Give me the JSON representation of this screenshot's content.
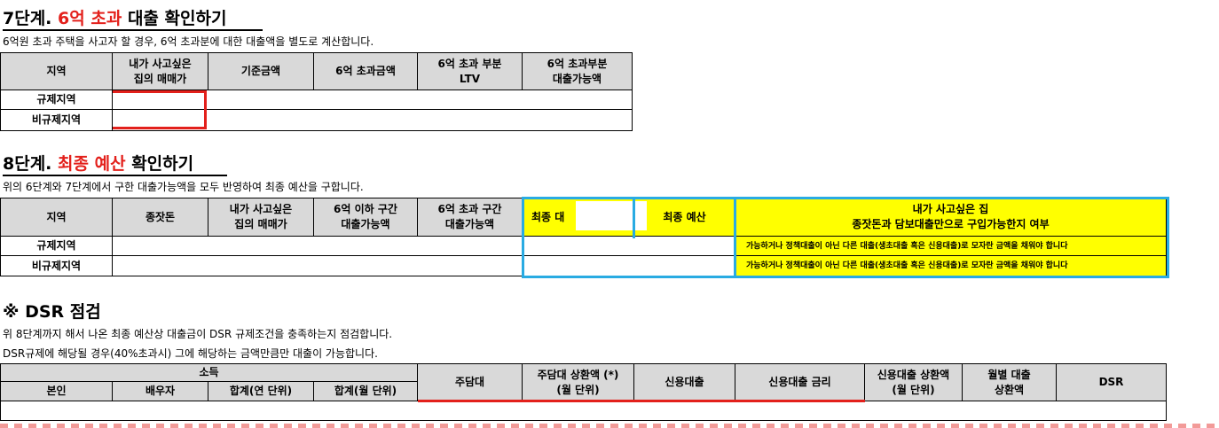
{
  "step7": {
    "title_a": "7단계.",
    "title_red": "6억 초과",
    "title_b": "대출 확인하기",
    "desc": "6억원 초과 주택을 사고자 할 경우, 6억 초과분에 대한 대출액을 별도로 계산합니다.",
    "headers": [
      "지역",
      "내가 사고싶은\n집의 매매가",
      "기준금액",
      "6억 초과금액",
      "6억 초과 부분\nLTV",
      "6억 초과부분\n대출가능액"
    ],
    "rows": [
      "규제지역",
      "비규제지역"
    ]
  },
  "step8": {
    "title_a": "8단계.",
    "title_red": "최종 예산",
    "title_b": "확인하기",
    "desc": "위의 6단계와 7단계에서 구한 대출가능액을 모두 반영하여 최종 예산을 구합니다.",
    "headers": [
      "지역",
      "종잣돈",
      "내가 사고싶은\n집의 매매가",
      "6억 이하 구간\n대출가능액",
      "6억 초과 구간\n대출가능액",
      "최종 대",
      "최종 예산",
      "내가 사고싶은 집\n종잣돈과 담보대출만으로 구입가능한지 여부"
    ],
    "rows": [
      "규제지역",
      "비규제지역"
    ],
    "notes": [
      "가능하거나 정책대출이 아닌 다른 대출(생초대출 혹은 신용대출)로 모자란 금액을 채워야 합니다",
      "가능하거나 정책대출이 아닌 다른 대출(생초대출 혹은 신용대출)로 모자란 금액을 채워야 합니다"
    ]
  },
  "dsr": {
    "title": "※ DSR 점검",
    "desc1": "위 8단계까지 해서 나온 최종 예산상 대출금이 DSR 규제조건을 충족하는지 점검합니다.",
    "desc2": "DSR규제에 해당될 경우(40%초과시) 그에 해당하는 금액만큼만 대출이 가능합니다.",
    "income_header": "소득",
    "sub_headers": [
      "본인",
      "배우자",
      "합계(연 단위)",
      "합계(월 단위)"
    ],
    "headers": [
      "주담대",
      "주담대 상환액 (*)\n(월 단위)",
      "신용대출",
      "신용대출 금리",
      "신용대출 상환액\n(월 단위)",
      "월별 대출\n상환액",
      "DSR"
    ]
  },
  "colors": {
    "header_bg": "#d9d9d9",
    "accent_red": "#e3201b",
    "highlight_yellow": "#ffff00",
    "frame_blue": "#29abe2"
  }
}
